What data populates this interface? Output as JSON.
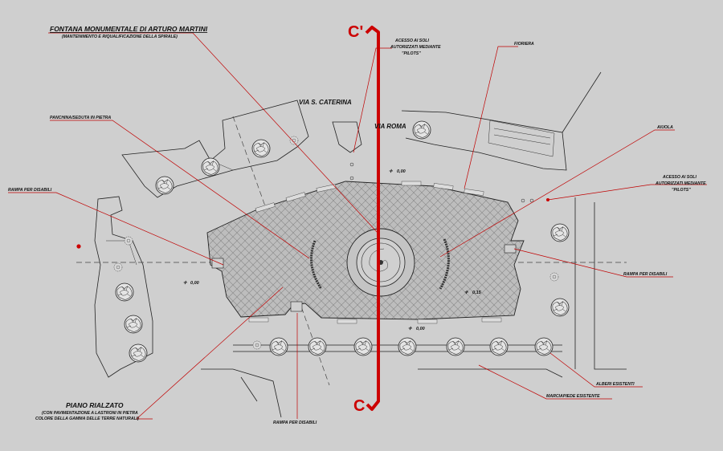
{
  "labels": {
    "fountain_title": "FONTANA MONUMENTALE DI ARTURO MARTINI",
    "fountain_sub": "(MANTENIMENTO E RIQUALIFICAZIONE DELLA SPIRALE)",
    "bench": "PANCHINA/SEDUTA IN PIETRA",
    "ramp_left": "RAMPA PER DISABILI",
    "access_top_1": "ACESSO AI SOLI",
    "access_top_2": "AUTORIZZATI MEDIANTE",
    "access_top_3": "\"PILOTS\"",
    "planter": "FIORIERA",
    "flowerbed": "AIUOLA",
    "access_right_1": "ACESSO AI SOLI",
    "access_right_2": "AUTORIZZATI MEDIANTE",
    "access_right_3": "\"PILOTS\"",
    "ramp_right": "RAMPA PER DISABILI",
    "existing_trees": "ALBERI ESISTENTI",
    "sidewalk": "MARCIAPIEDE ESISTENTE",
    "ramp_bottom": "RAMPA PER DISABILI",
    "raised_title": "PIANO RIALZATO",
    "raised_sub1": "(CON PAVIMENTAZIONE A LASTRONI IN PIETRA",
    "raised_sub2": "COLORE DELLA GAMMA DELLE TERRE NATURALI)"
  },
  "streets": {
    "caterina": "VIA S. CATERINA",
    "roma": "VIA ROMA"
  },
  "section_marks": {
    "top": "C'",
    "bottom": "C"
  },
  "levels": {
    "top": "0,00",
    "left": "0,00",
    "right": "0,15",
    "bottom": "0,00"
  },
  "colors": {
    "background": "#cfcfcf",
    "section_line": "#cc0000",
    "leader_line": "#c00000",
    "paving": "#b9b9b9"
  }
}
